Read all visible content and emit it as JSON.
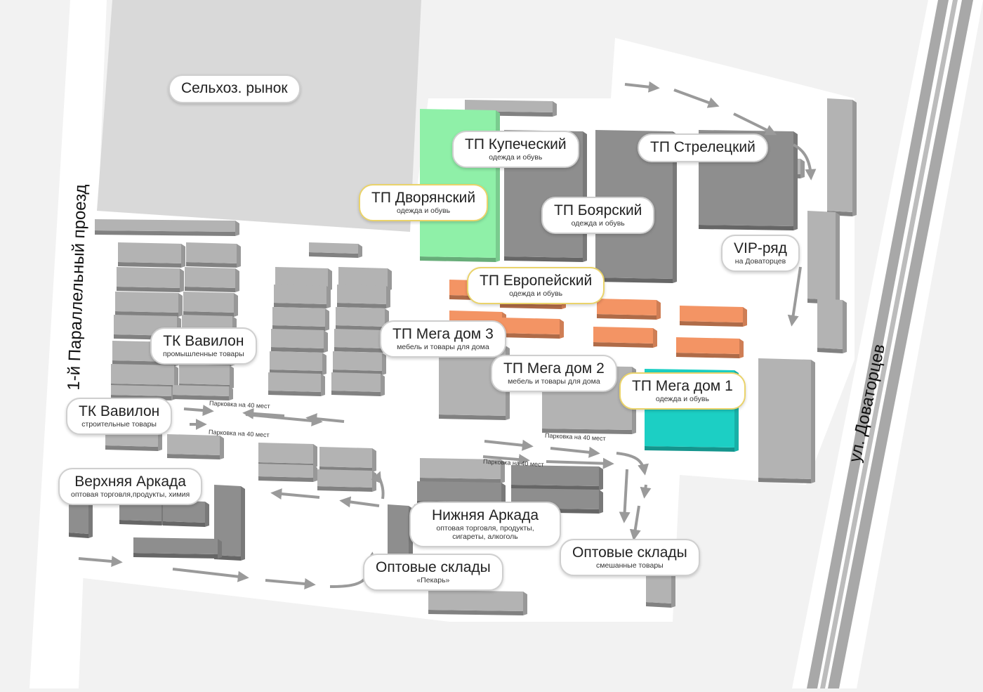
{
  "streets": {
    "west": "1-й Параллельный проезд",
    "east": "ул. Доваторцев"
  },
  "colors": {
    "background": "#f2f2f2",
    "area": "#ffffff",
    "building": "#b3b3b3",
    "building_dark": "#8e8e8e",
    "orange": "#f39464",
    "green": "#8ff0a8",
    "teal": "#1ccfc4",
    "road": "#a8a8a8"
  },
  "labels": {
    "selkhoz": {
      "title": "Сельхоз. рынок",
      "subtitle": ""
    },
    "kupech": {
      "title": "ТП Купеческий",
      "subtitle": "одежда и обувь"
    },
    "strelets": {
      "title": "ТП Стрелецкий",
      "subtitle": ""
    },
    "dvoryan": {
      "title": "ТП Дворянский",
      "subtitle": "одежда и обувь"
    },
    "boyar": {
      "title": "ТП Боярский",
      "subtitle": "одежда и обувь"
    },
    "vip": {
      "title": "VIP-ряд",
      "subtitle": "на Доваторцев"
    },
    "evrop": {
      "title": "ТП Европейский",
      "subtitle": "одежда и обувь"
    },
    "mega3": {
      "title": "ТП Мега дом 3",
      "subtitle": "мебель и товары для дома"
    },
    "mega2": {
      "title": "ТП Мега дом 2",
      "subtitle": "мебель и товары для дома"
    },
    "mega1": {
      "title": "ТП Мега дом 1",
      "subtitle": "одежда и обувь"
    },
    "vavilon1": {
      "title": "ТК Вавилон",
      "subtitle": "промышленные товары"
    },
    "vavilon2": {
      "title": "ТК Вавилон",
      "subtitle": "строительные товары"
    },
    "verkh": {
      "title": "Верхняя Аркада",
      "subtitle": "оптовая торговля,продукты, химия"
    },
    "nizh": {
      "title": "Нижняя Аркада",
      "subtitle": "оптовая торговля, продукты, сигареты, алкоголь"
    },
    "opt_pekar": {
      "title": "Оптовые склады",
      "subtitle": "«Пекарь»"
    },
    "opt_mixed": {
      "title": "Оптовые склады",
      "subtitle": "смешанные товары"
    }
  },
  "parking": {
    "p1": "Парковка на 40 мест",
    "p2": "Парковка на 40 мест",
    "p3": "Парковка на 40 мест",
    "p4": "Парковка на 40 мест"
  }
}
